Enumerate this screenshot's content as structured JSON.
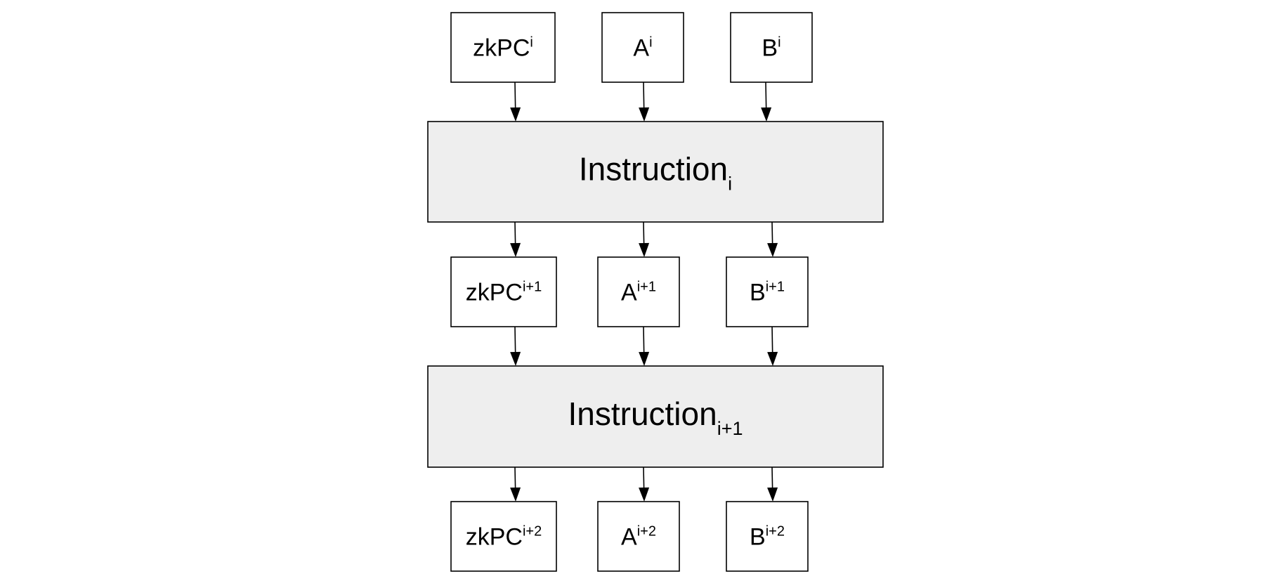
{
  "diagram": {
    "rows": [
      {
        "registers": [
          {
            "base": "zkPC",
            "sup": "i"
          },
          {
            "base": "A",
            "sup": "i"
          },
          {
            "base": "B",
            "sup": "i"
          }
        ]
      },
      {
        "registers": [
          {
            "base": "zkPC",
            "sup": "i+1"
          },
          {
            "base": "A",
            "sup": "i+1"
          },
          {
            "base": "B",
            "sup": "i+1"
          }
        ]
      },
      {
        "registers": [
          {
            "base": "zkPC",
            "sup": "i+2"
          },
          {
            "base": "A",
            "sup": "i+2"
          },
          {
            "base": "B",
            "sup": "i+2"
          }
        ]
      }
    ],
    "instructions": [
      {
        "base": "Instruction",
        "sub": "i"
      },
      {
        "base": "Instruction",
        "sub": "i+1"
      }
    ]
  }
}
